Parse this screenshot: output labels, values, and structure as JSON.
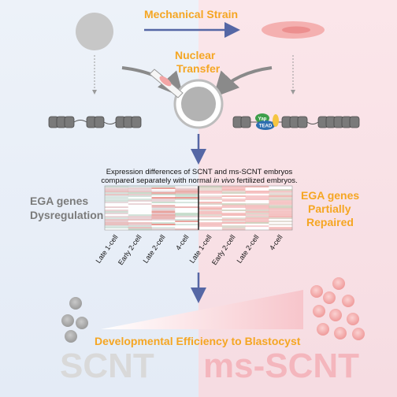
{
  "labels": {
    "mechanical_strain": "Mechanical Strain",
    "nuclear_line1": "Nuclear",
    "nuclear_line2": "Transfer",
    "caption_line1": "Expression differences of SCNT and ms-SCNT embryos",
    "caption_line2_pre": "compared separately with normal ",
    "caption_line2_em": "in vivo",
    "caption_line2_post": " fertilized embryos.",
    "ega_left_line1": "EGA genes",
    "ega_left_line2": "Dysregulation",
    "ega_right_line1": "EGA genes",
    "ega_right_line2": "Partially",
    "ega_right_line3": "Repaired",
    "dev_efficiency": "Developmental Efficiency to Blastocyst",
    "scnt": "SCNT",
    "ms_scnt": "ms-SCNT",
    "yap": "Yap",
    "tead": "TEAD"
  },
  "heatmap_ticks": [
    "Late 1-cell",
    "Early 2-cell",
    "Late 2-cell",
    "4-cell",
    "Late 1-cell",
    "Early 2-cell",
    "Late 2-cell",
    "4-cell"
  ],
  "colors": {
    "left_bg": "#e9eff8",
    "right_bg": "#f8dfe5",
    "accent_orange": "#f5a623",
    "arrow_blue": "#5567a5",
    "scnt_gray": "#d9d9d9",
    "ms_pink": "#f4b6bd"
  }
}
